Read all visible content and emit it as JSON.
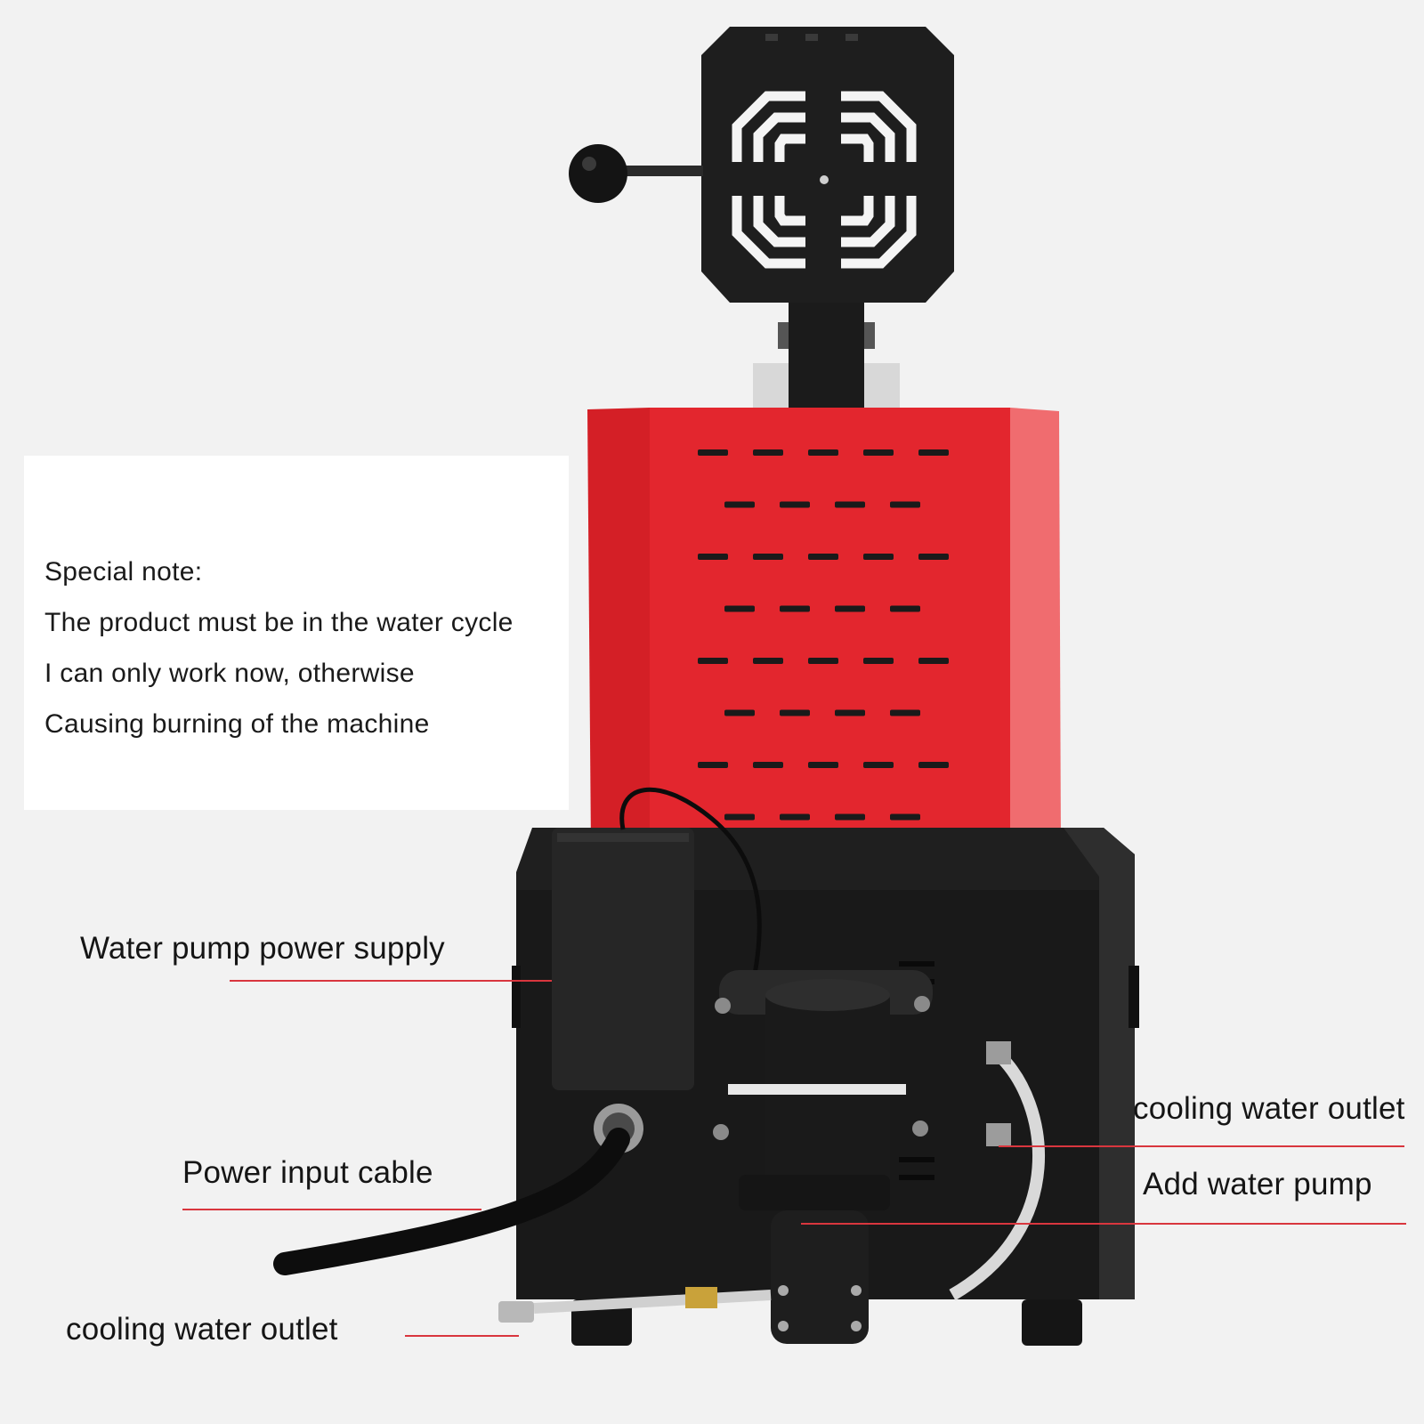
{
  "note": {
    "lines": [
      "Special note:",
      "The product must be in the water cycle",
      "I can only work now, otherwise",
      "Causing burning of the machine"
    ]
  },
  "labels": {
    "water_pump_power_supply": "Water pump power supply",
    "power_input_cable": "Power input cable",
    "cooling_water_outlet_bottom": "cooling water outlet",
    "cooling_water_outlet_right": "cooling water outlet",
    "add_water_pump": "Add water pump"
  },
  "colors": {
    "background": "#f2f2f2",
    "housing_red": "#e3262e",
    "base_black": "#1c1c1c",
    "leader_line": "#d9363e"
  }
}
